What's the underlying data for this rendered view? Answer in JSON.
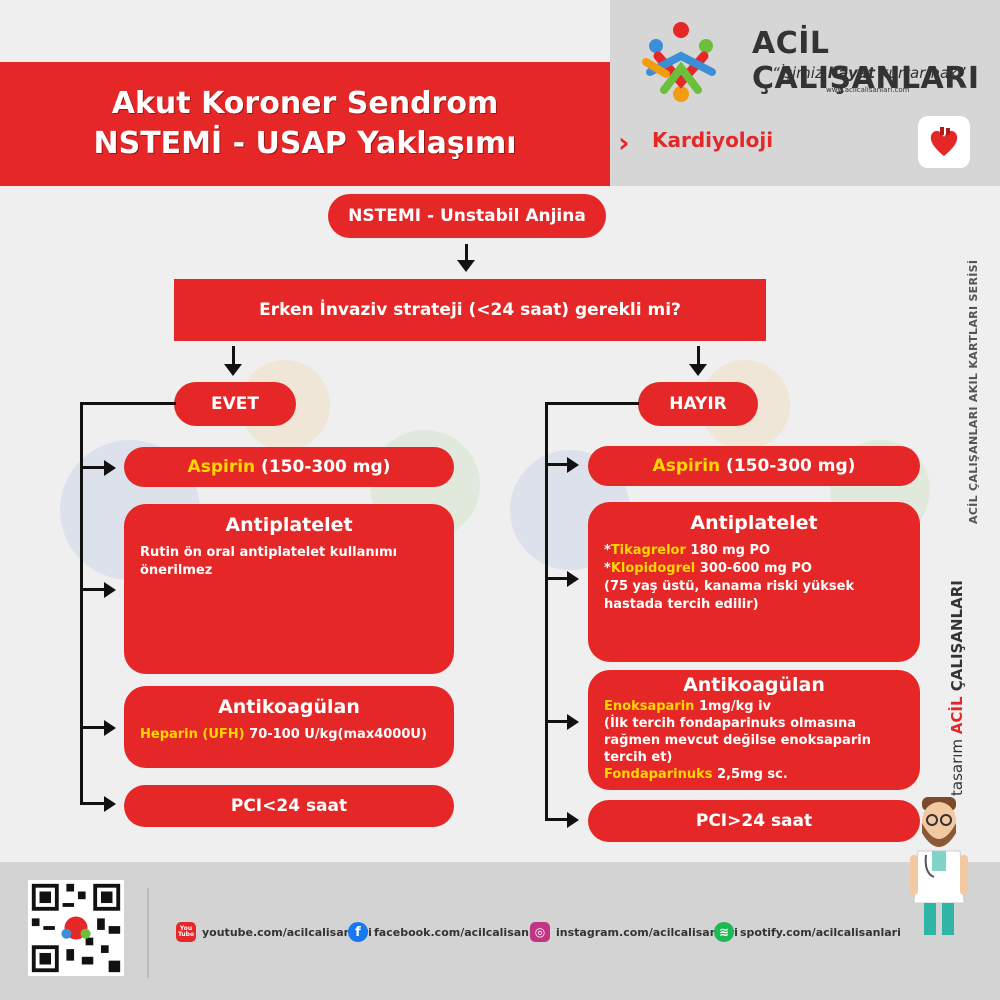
{
  "header": {
    "title_line1": "Akut Koroner Sendrom",
    "title_line2": "NSTEMİ - USAP Yaklaşımı",
    "brand_name": "ACİL ÇALIŞANLARI",
    "slogan_open": "“İşimiz ",
    "slogan_bold": "hayat",
    "slogan_close": " kurtarmak”",
    "brand_url": "www.acilcalisanlari.com",
    "category_chevron": "›",
    "category": "Kardiyoloji"
  },
  "flow": {
    "start": "NSTEMI - Unstabil Anjina",
    "question": "Erken İnvaziv strateji (<24 saat) gerekli mi?",
    "yes": {
      "label": "EVET",
      "aspirin_name": "Aspirin",
      "aspirin_dose": " (150-300 mg)",
      "antiplatelet_title": "Antiplatelet",
      "antiplatelet_text": "Rutin ön oral antiplatelet kullanımı önerilmez",
      "anticoagulant_title": "Antikoagülan",
      "heparin_name": "Heparin (UFH)",
      "heparin_dose": " 70-100 U/kg(max4000U)",
      "pci": "PCI<24 saat"
    },
    "no": {
      "label": "HAYIR",
      "aspirin_name": "Aspirin",
      "aspirin_dose": " (150-300 mg)",
      "antiplatelet_title": "Antiplatelet",
      "tik_prefix": "*",
      "tik_name": "Tikagrelor",
      "tik_dose": " 180 mg PO",
      "klop_prefix": "*",
      "klop_name": "Klopidogrel",
      "klop_dose": " 300-600 mg PO",
      "klop_note": "(75 yaş üstü, kanama riski yüksek hastada tercih edilir)",
      "anticoagulant_title": "Antikoagülan",
      "enox_name": "Enoksaparin",
      "enox_dose": " 1mg/kg iv",
      "enox_note": "(İlk tercih fondaparinuks olmasına rağmen mevcut değilse enoksaparin tercih et)",
      "fonda_name": "Fondaparinuks",
      "fonda_dose": " 2,5mg sc.",
      "pci": "PCI>24 saat"
    }
  },
  "side": {
    "series": "ACİL ÇALIŞANLARI AKIL KARTLARI SERİSİ",
    "designer_prefix": "tasarım",
    "designer_brand_a": "ACİL",
    "designer_brand_b": " ÇALIŞANLARI"
  },
  "footer": {
    "social": [
      {
        "icon": "youtube-icon",
        "label": "youtube.com/acilcalisanlari",
        "color": "#e52727",
        "glyph": "You Tube"
      },
      {
        "icon": "facebook-icon",
        "label": "facebook.com/acilcalisanlari",
        "color": "#1877f2",
        "glyph": "f"
      },
      {
        "icon": "instagram-icon",
        "label": "instagram.com/acilcalisanlari",
        "color": "#c13584",
        "glyph": "◎"
      },
      {
        "icon": "spotify-icon",
        "label": "spotify.com/acilcalisanlari",
        "color": "#1db954",
        "glyph": "≋"
      }
    ]
  },
  "colors": {
    "primary_red": "#e52727",
    "highlight_yellow": "#ffd700",
    "panel_gray": "#d6d6d6"
  }
}
